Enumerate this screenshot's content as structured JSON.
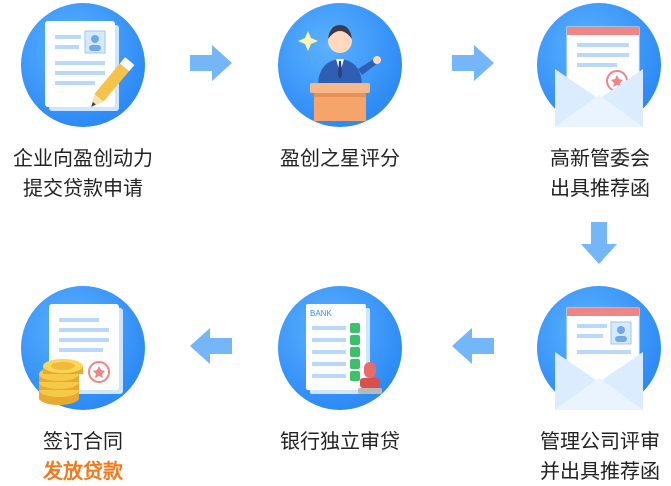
{
  "steps": [
    {
      "lines": [
        "企业向盈创动力",
        "提交贷款申请"
      ]
    },
    {
      "lines": [
        "盈创之星评分"
      ]
    },
    {
      "lines": [
        "高新管委会",
        "出具推荐函"
      ]
    },
    {
      "lines": [
        "管理公司评审",
        "并出具推荐函"
      ]
    },
    {
      "lines": [
        "银行独立审贷"
      ]
    },
    {
      "lines": [
        "签订合同",
        "发放贷款"
      ]
    }
  ],
  "bank_text": "BANK",
  "colors": {
    "circle": "#2f8cf5",
    "arrow": "#6fb2f7",
    "highlight": "#f07a1c"
  }
}
